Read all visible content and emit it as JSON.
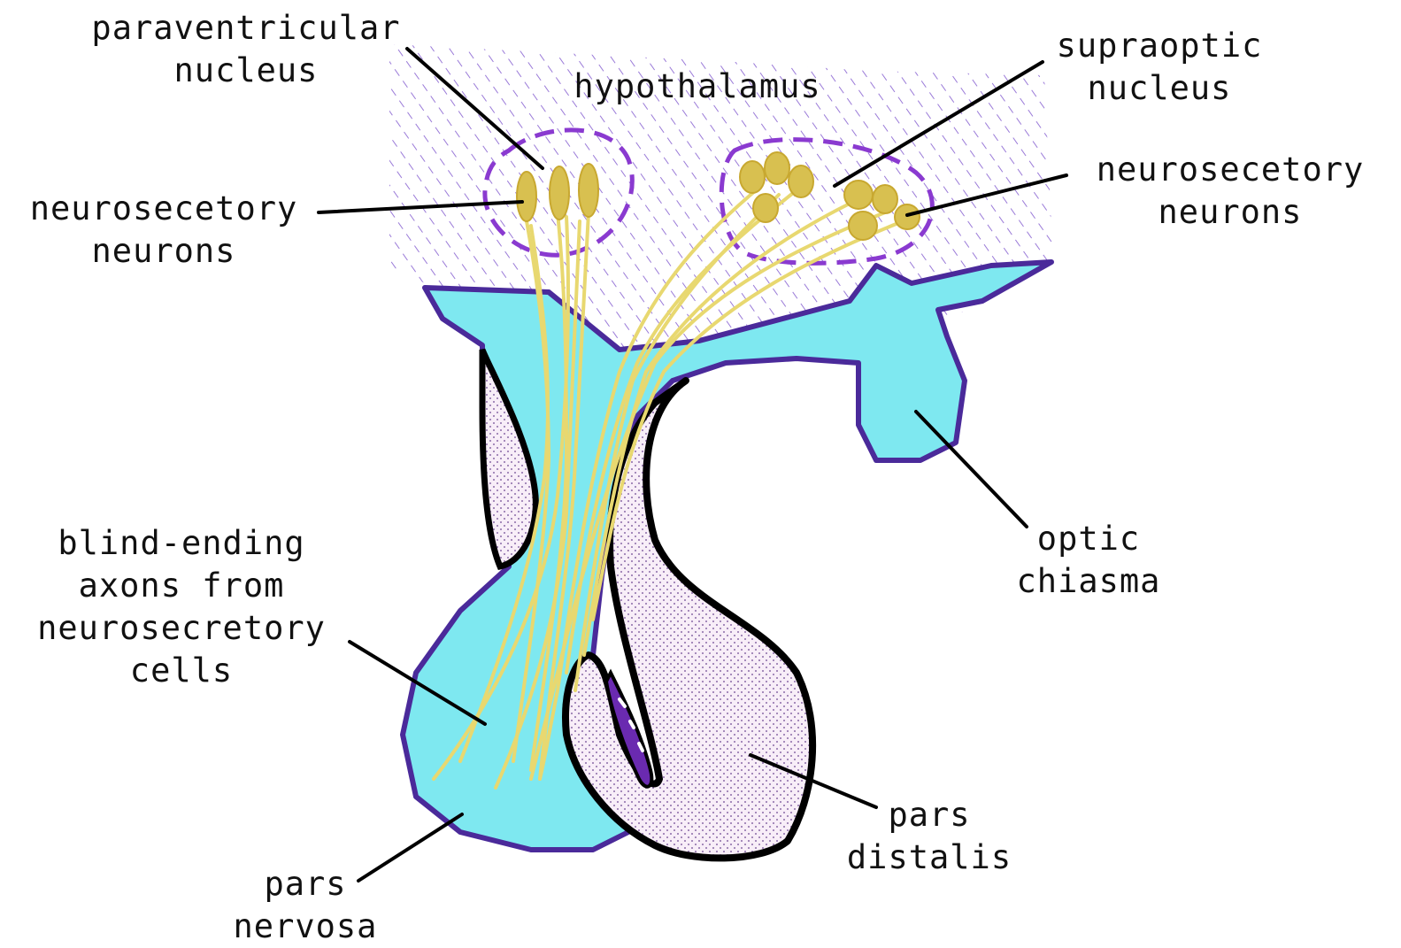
{
  "labels": {
    "paraventricular": [
      "paraventricular",
      "nucleus"
    ],
    "hypothalamus": [
      "hypothalamus"
    ],
    "supraoptic": [
      "supraoptic",
      "nucleus"
    ],
    "neurons_left": [
      "neurosecetory",
      "neurons"
    ],
    "neurons_right": [
      "neurosecetory",
      "neurons"
    ],
    "axons": [
      "blind-ending",
      "axons from",
      "neurosecretory",
      "cells"
    ],
    "optic_chiasma": [
      "optic",
      "chiasma"
    ],
    "pars_distalis": [
      "pars",
      "distalis"
    ],
    "pars_nervosa": [
      "pars",
      "nervosa"
    ]
  },
  "colors": {
    "hypothalamus_hatch": "#9a7ad8",
    "nervous_tissue": "#7ee8f0",
    "outline_purple": "#4a2a9a",
    "outline_black": "#000000",
    "neuron_yellow": "#e8d870",
    "neuron_body": "#d8c050",
    "nucleus_boundary": "#8a3ad0",
    "distalis_fill": "#f8eef8",
    "distalis_dots": "#8a6aa8"
  }
}
